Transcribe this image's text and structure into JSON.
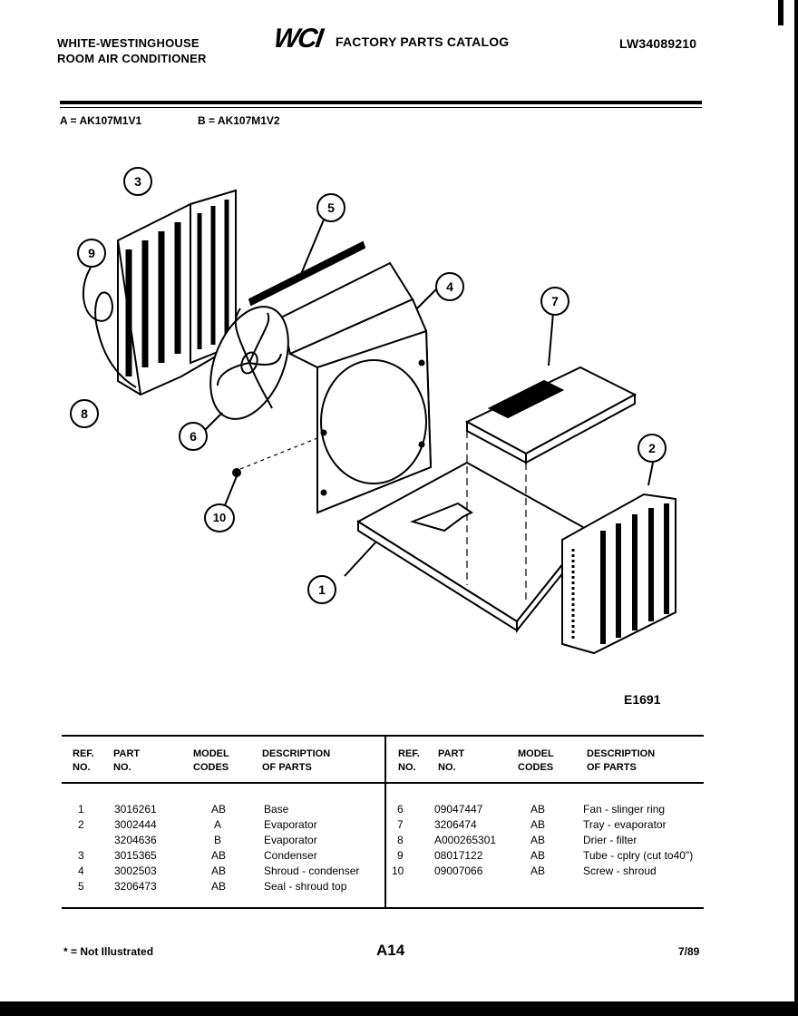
{
  "header": {
    "brand_line1": "WHITE-WESTINGHOUSE",
    "brand_line2": "ROOM AIR CONDITIONER",
    "logo": "WCI",
    "catalog_title": "FACTORY PARTS CATALOG",
    "catalog_number": "LW34089210"
  },
  "models": {
    "a": "A = AK107M1V1",
    "b": "B = AK107M1V2"
  },
  "diagram": {
    "figure_id": "E1691",
    "callouts": [
      "1",
      "2",
      "3",
      "4",
      "5",
      "6",
      "7",
      "8",
      "9",
      "10"
    ]
  },
  "table": {
    "headers": {
      "ref": [
        "REF.",
        "NO."
      ],
      "part": [
        "PART",
        "NO."
      ],
      "model": [
        "MODEL",
        "CODES"
      ],
      "desc": [
        "DESCRIPTION",
        "OF PARTS"
      ]
    },
    "left_rows": [
      {
        "ref": "1",
        "part": "3016261",
        "codes": "AB",
        "desc": "Base"
      },
      {
        "ref": "2",
        "part": "3002444",
        "codes": "A",
        "desc": "Evaporator"
      },
      {
        "ref": "",
        "part": "3204636",
        "codes": "B",
        "desc": "Evaporator"
      },
      {
        "ref": "3",
        "part": "3015365",
        "codes": "AB",
        "desc": "Condenser"
      },
      {
        "ref": "4",
        "part": "3002503",
        "codes": "AB",
        "desc": "Shroud - condenser"
      },
      {
        "ref": "5",
        "part": "3206473",
        "codes": "AB",
        "desc": "Seal - shroud top"
      }
    ],
    "right_rows": [
      {
        "ref": "6",
        "part": "09047447",
        "codes": "AB",
        "desc": "Fan - slinger ring"
      },
      {
        "ref": "7",
        "part": "3206474",
        "codes": "AB",
        "desc": "Tray - evaporator"
      },
      {
        "ref": "8",
        "part": "A000265301",
        "codes": "AB",
        "desc": "Drier - filter"
      },
      {
        "ref": "9",
        "part": "08017122",
        "codes": "AB",
        "desc": "Tube - cplry (cut to40\")"
      },
      {
        "ref": "10",
        "part": "09007066",
        "codes": "AB",
        "desc": "Screw - shroud"
      }
    ]
  },
  "footer": {
    "note": "* = Not Illustrated",
    "page": "A14",
    "date": "7/89"
  }
}
